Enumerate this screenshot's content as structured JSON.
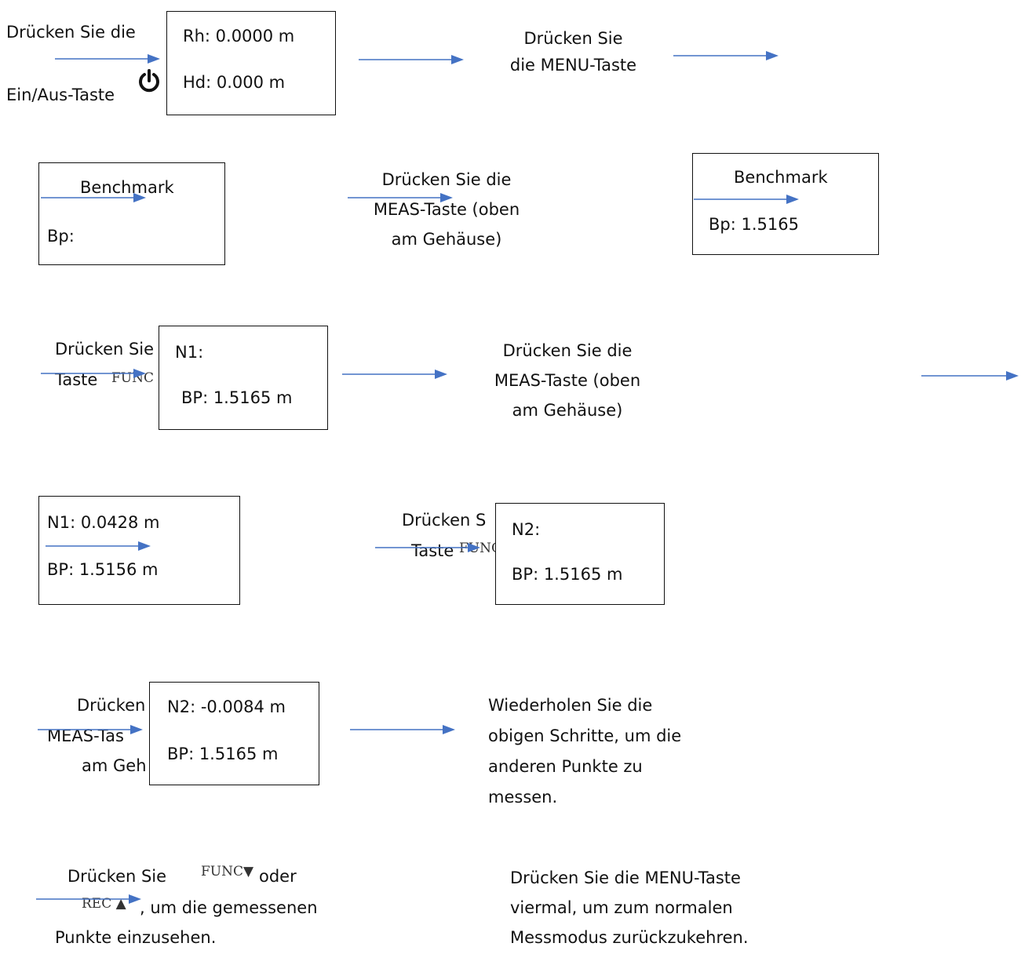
{
  "accent": "#4472C4",
  "row1": {
    "press_line1": "Drücken Sie die",
    "press_line2": "Ein/Aus-Taste",
    "power_icon": "power-icon",
    "screen_line1": "Rh: 0.0000 m",
    "screen_line2": "Hd:   0.000 m",
    "menu_line1": "Drücken Sie",
    "menu_line2": "die MENU-Taste"
  },
  "row2": {
    "screen_a_title": "Benchmark",
    "screen_a_value": "Bp:",
    "meas_line1": "Drücken Sie die",
    "meas_line2": "MEAS-Taste (oben",
    "meas_line3": "am Gehäuse)",
    "screen_b_title": "Benchmark",
    "screen_b_value": "Bp: 1.5165"
  },
  "row3": {
    "press_line1": "Drücken Sie",
    "press_line2": "Taste",
    "func_label": "FUNC",
    "screen_line1": "N1:",
    "screen_line2": "BP:   1.5165 m",
    "meas_line1": "Drücken Sie die",
    "meas_line2": "MEAS-Taste (oben",
    "meas_line3": "am Gehäuse)"
  },
  "row4": {
    "screen_a_line1": "N1: 0.0428 m",
    "screen_a_line2": "BP: 1.5156 m",
    "press_line1": "Drücken S",
    "press_line2": "Taste",
    "func_label": "FUNC",
    "screen_b_line1": "N2:",
    "screen_b_line2": "BP:   1.5165 m"
  },
  "row5": {
    "press_line1": "Drücken",
    "press_line2": "MEAS-Tas",
    "press_line3": "am Geh",
    "screen_line1": "N2: -0.0084 m",
    "screen_line2": "BP:   1.5165 m",
    "repeat_line1": "Wiederholen Sie die",
    "repeat_line2": "obigen Schritte, um die",
    "repeat_line3": "anderen Punkte zu",
    "repeat_line4": "messen."
  },
  "row6": {
    "view_line1_pre": "Drücken Sie",
    "func_key": "FUNC▼",
    "view_line1_post": "oder",
    "rec_key": "REC ▲",
    "view_line2_post": ", um die gemessenen",
    "view_line3": "Punkte einzusehen.",
    "menu_line1": "Drücken Sie die MENU-Taste",
    "menu_line2": "viermal, um zum normalen",
    "menu_line3": "Messmodus zurückzukehren."
  }
}
